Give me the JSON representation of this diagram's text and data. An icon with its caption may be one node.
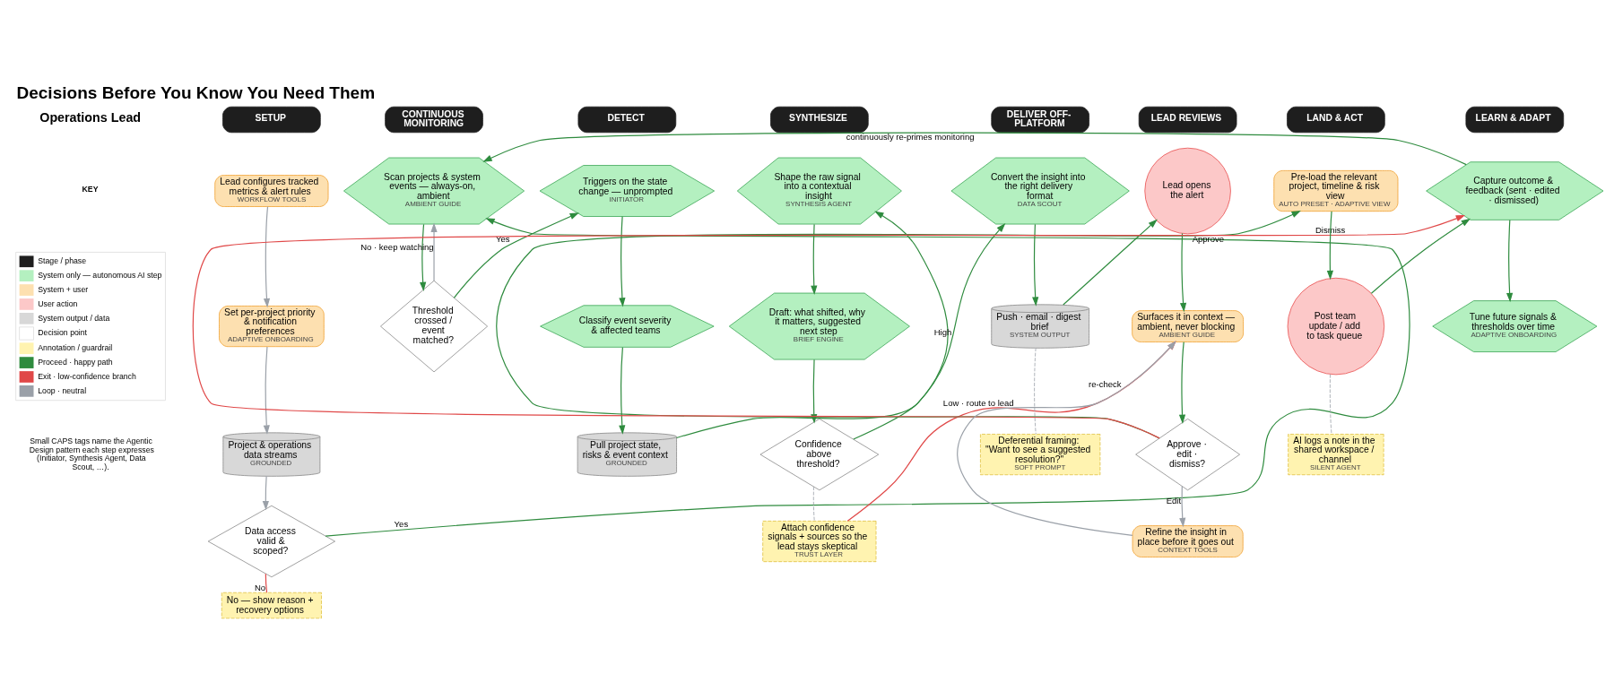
{
  "diagram": {
    "title": "Decisions Before You Know You Need Them",
    "nodes": [
      {
        "text": [
          "SETUP"
        ]
      },
      {
        "text": [
          "CONTINUOUS MONITORING"
        ]
      },
      {
        "text": [
          "DETECT"
        ]
      },
      {
        "text": [
          "SYNTHESIZE"
        ]
      },
      {
        "text": [
          "DELIVER OFF-PLATFORM"
        ]
      },
      {
        "text": [
          "LEAD REVIEWS"
        ]
      },
      {
        "text": [
          "LAND & ACT"
        ]
      },
      {
        "text": [
          "LEARN & ADAPT"
        ]
      },
      {
        "text": [
          "Lead configures tracked metrics & alert rules",
          "WORKFLOW TOOLS"
        ]
      },
      {
        "text": [
          "Set per-project priority & notification preferences",
          "ADAPTIVE ONBOARDING"
        ]
      },
      {
        "text": [
          "Project & operations data streams",
          "GROUNDED"
        ]
      },
      {
        "text": [
          "Data access valid & scoped?"
        ]
      },
      {
        "text": [
          "No — show reason + recovery options"
        ]
      },
      {
        "text": [
          "Scan projects & system events — always-on, ambient",
          "AMBIENT GUIDE"
        ]
      },
      {
        "text": [
          "Threshold crossed / event matched?"
        ]
      },
      {
        "text": [
          "Triggers on the state change — unprompted",
          "INITIATOR"
        ]
      },
      {
        "text": [
          "Classify event severity & affected teams"
        ]
      },
      {
        "text": [
          "Pull project state, risks & event context",
          "GROUNDED"
        ]
      },
      {
        "text": [
          "Shape the raw signal into a contextual insight",
          "SYNTHESIS AGENT"
        ]
      },
      {
        "text": [
          "Draft: what shifted, why it matters, suggested next step",
          "BRIEF ENGINE"
        ]
      },
      {
        "text": [
          "Confidence above threshold?"
        ]
      },
      {
        "text": [
          "Attach confidence signals + sources so the lead stays skeptical",
          "TRUST LAYER"
        ]
      },
      {
        "text": [
          "Convert the insight into the right delivery format",
          "DATA SCOUT"
        ]
      },
      {
        "text": [
          "Push · email · digest brief",
          "SYSTEM OUTPUT"
        ]
      },
      {
        "text": [
          "Deferential framing: \"Want to see a suggested resolution?\"",
          "SOFT PROMPT"
        ]
      },
      {
        "text": [
          "Lead opens the alert"
        ]
      },
      {
        "text": [
          "Surfaces it in context — ambient, never blocking",
          "AMBIENT GUIDE"
        ]
      },
      {
        "text": [
          "Approve · edit · dismiss?"
        ]
      },
      {
        "text": [
          "Refine the insight in place before it goes out",
          "CONTEXT TOOLS"
        ]
      },
      {
        "text": [
          "Pre-load the relevant project, timeline & risk view",
          "AUTO PRESET · ADAPTIVE VIEW"
        ]
      },
      {
        "text": [
          "Post team update / add to task queue"
        ]
      },
      {
        "text": [
          "AI logs a note in the shared workspace / channel",
          "SILENT AGENT"
        ]
      },
      {
        "text": [
          "Capture outcome & feedback (sent · edited · dismissed)"
        ]
      },
      {
        "text": [
          "Tune future signals & thresholds over time",
          "ADAPTIVE ONBOARDING"
        ]
      }
    ],
    "edges": [
      {
        "from": 8,
        "to": 9,
        "arrow": "to",
        "color": "#9aa0a8"
      },
      {
        "from": 9,
        "to": 10,
        "arrow": "to",
        "color": "#9aa0a8"
      },
      {
        "from": 10,
        "to": 11,
        "arrow": "to",
        "color": "#9aa0a8"
      },
      {
        "from": 11,
        "to": 12,
        "arrow": "none",
        "label": "No",
        "color": "#e04848"
      },
      {
        "from": 11,
        "to": 13,
        "arrow": "to",
        "label": "Yes"
      },
      {
        "from": 13,
        "to": 14,
        "arrow": "to"
      },
      {
        "from": 14,
        "to": 13,
        "arrow": "to",
        "label": "No · keep watching",
        "color": "#9aa0a8"
      },
      {
        "from": 14,
        "to": 15,
        "arrow": "to",
        "label": "Yes"
      },
      {
        "from": 15,
        "to": 16,
        "arrow": "to"
      },
      {
        "from": 16,
        "to": 17,
        "arrow": "to"
      },
      {
        "from": 17,
        "to": 18,
        "arrow": "to"
      },
      {
        "from": 18,
        "to": 19,
        "arrow": "to"
      },
      {
        "from": 19,
        "to": 20,
        "arrow": "to"
      },
      {
        "from": 20,
        "to": 22,
        "arrow": "to",
        "label": "High"
      },
      {
        "from": 20,
        "to": 21,
        "arrow": "none",
        "style": "dashed",
        "color": "#9aa0a8"
      },
      {
        "from": 21,
        "to": 26,
        "arrow": "to",
        "label": "Low · route to lead",
        "color": "#e04848"
      },
      {
        "from": 22,
        "to": 23,
        "arrow": "to"
      },
      {
        "from": 23,
        "to": 24,
        "arrow": "none",
        "style": "dashed",
        "color": "#9aa0a8"
      },
      {
        "from": 23,
        "to": 25,
        "arrow": "to"
      },
      {
        "from": 25,
        "to": 26,
        "arrow": "to"
      },
      {
        "from": 26,
        "to": 27,
        "arrow": "to"
      },
      {
        "from": 27,
        "to": 29,
        "arrow": "to",
        "label": "Approve"
      },
      {
        "from": 27,
        "to": 28,
        "arrow": "to",
        "label": "Edit",
        "color": "#9aa0a8"
      },
      {
        "from": 28,
        "to": 26,
        "arrow": "to",
        "label": "re-check",
        "color": "#9aa0a8"
      },
      {
        "from": 27,
        "to": 32,
        "arrow": "to",
        "label": "Dismiss",
        "color": "#e04848"
      },
      {
        "from": 29,
        "to": 30,
        "arrow": "to"
      },
      {
        "from": 30,
        "to": 31,
        "arrow": "none",
        "style": "dashed",
        "color": "#9aa0a8"
      },
      {
        "from": 30,
        "to": 32,
        "arrow": "to"
      },
      {
        "from": 32,
        "to": 33,
        "arrow": "to"
      },
      {
        "from": 32,
        "to": 13,
        "arrow": "to",
        "label": "continuously re-primes monitoring"
      }
    ],
    "labels": [
      "Operations Lead",
      "KEY",
      "Small CAPS tags name the Agentic Design pattern each step expresses (Initiator, Synthesis Agent, Data Scout, …)."
    ],
    "legend": [
      {
        "text": "Stage / phase",
        "color": "#1e1e1e"
      },
      {
        "text": "System only — autonomous AI step",
        "color": "#b4f0c0"
      },
      {
        "text": "System + user",
        "color": "#fde0b0"
      },
      {
        "text": "User action",
        "color": "#fcc8c8"
      },
      {
        "text": "System output / data",
        "color": "#d8d8d8"
      },
      {
        "text": "Decision point"
      },
      {
        "text": "Annotation / guardrail",
        "color": "#fff3b0"
      },
      {
        "text": "Proceed · happy path",
        "color": "#2e8b3e"
      },
      {
        "text": "Exit · low-confidence branch",
        "color": "#e04848"
      },
      {
        "text": "Loop · neutral",
        "color": "#9aa0a8"
      }
    ]
  }
}
